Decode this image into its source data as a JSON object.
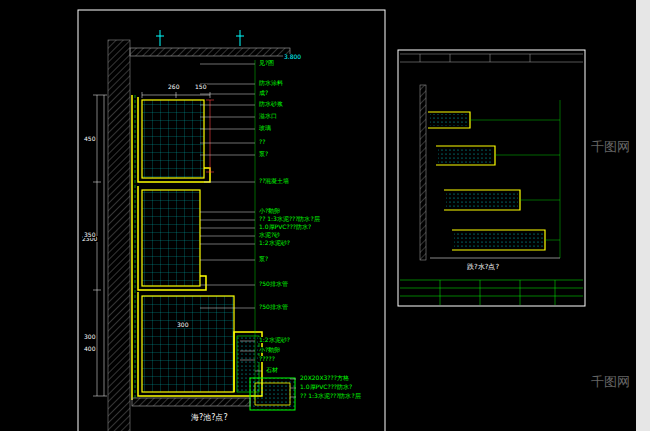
{
  "diagram": {
    "title": "海?池?点?",
    "labels": [
      "3.800",
      "见?图",
      "防水涂料",
      "成?",
      "防水砂浆",
      "溢水口",
      "玻璃",
      "??",
      "泵?",
      "??混凝土墙",
      "小?鹅卵",
      "?? 1:3水泥???防水?层",
      "1.0厚PVC???防水?",
      "水泥?砂",
      "1:2水泥砂?",
      "泵?",
      "?50排水管",
      "?50排水管",
      "1:2水泥砂?",
      "小?鹅卵",
      "?????",
      "石材",
      "20X20X3???方格",
      "1.0厚PVC???防水?",
      "?? 1:3水泥???防水?层",
      "260",
      "150",
      "2300",
      "450",
      "350",
      "300",
      "400",
      "300",
      "跌?水?点?",
      "千图网",
      "千图网"
    ]
  }
}
